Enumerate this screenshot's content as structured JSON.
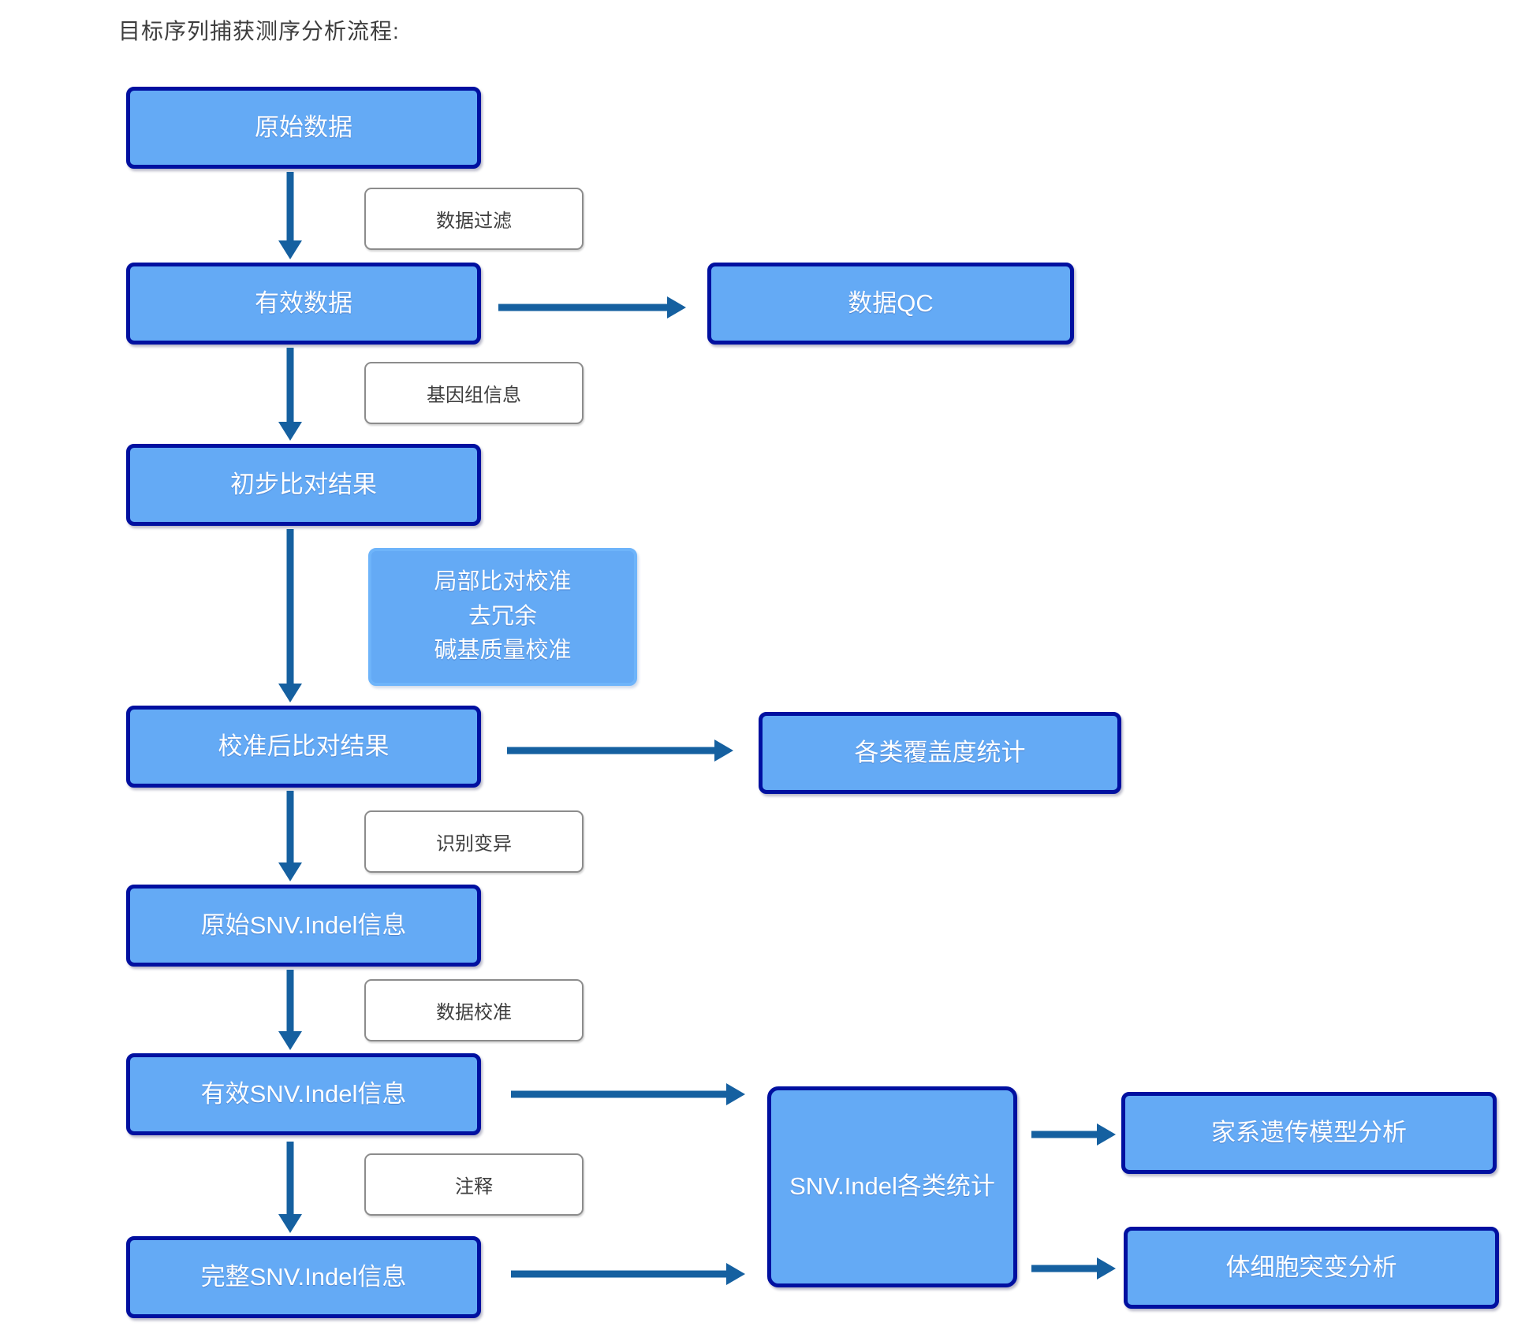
{
  "title": "目标序列捕获测序分析流程:",
  "nodes": {
    "raw_data": "原始数据",
    "valid_data": "有效数据",
    "prelim_align": "初步比对结果",
    "calibrated_align": "校准后比对结果",
    "raw_snv_indel": "原始SNV.Indel信息",
    "valid_snv_indel": "有效SNV.Indel信息",
    "full_snv_indel": "完整SNV.Indel信息",
    "data_qc": "数据QC",
    "coverage_stats": "各类覆盖度统计",
    "snv_indel_stats": "SNV.Indel各类统计",
    "family_model": "家系遗传模型分析",
    "somatic_mutation": "体细胞突变分析"
  },
  "step_labels": {
    "data_filter": "数据过滤",
    "genome_info": "基因组信息",
    "calibration_steps": [
      "局部比对校准",
      "去冗余",
      "碱基质量校准"
    ],
    "variant_calling": "识别变异",
    "data_calibration": "数据校准",
    "annotation": "注释"
  },
  "colors": {
    "node_fill": "#64aaf5",
    "node_border": "#0010a0",
    "note_border": "#6eb4fa",
    "arrow": "#1560a0",
    "label_border": "#8c8c8c",
    "label_text": "#3f3f3f",
    "node_text": "#ffffff",
    "title_text": "#3d3d3d"
  }
}
